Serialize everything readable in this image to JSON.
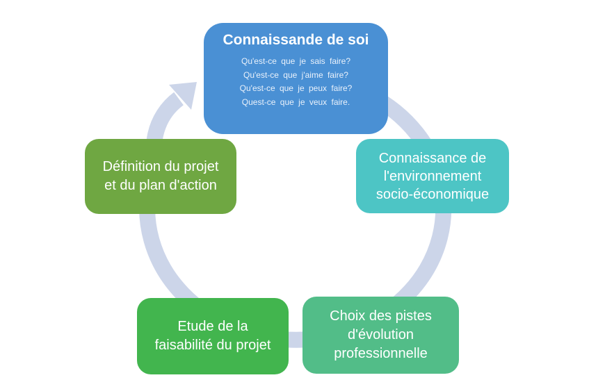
{
  "diagram": {
    "cycle": {
      "direction": "clockwise",
      "ring_color": "#ccd5e9",
      "background_color": "#ffffff",
      "nodes": [
        {
          "id": "connaissance-de-soi",
          "position": "top",
          "color": "#4a90d4",
          "text_color": "#ffffff",
          "label": "Connaissande de soi",
          "details": [
            "Qu'est-ce que je sais faire?",
            "Qu'est-ce que j'aime faire?",
            "Qu'est-ce que je peux faire?",
            "Quest-ce que je veux faire."
          ]
        },
        {
          "id": "connaissance-environnement",
          "position": "right",
          "color": "#4dc5c5",
          "text_color": "#ffffff",
          "label": "Connaissance de l'environnement socio-économique",
          "lines": [
            "Connaissance de",
            "l'environnement",
            "socio-économique"
          ]
        },
        {
          "id": "choix-pistes-evolution",
          "position": "bottom-right",
          "color": "#52bd88",
          "text_color": "#ffffff",
          "label": "Choix des pistes d'évolution professionnelle",
          "lines": [
            "Choix des pistes",
            "d'évolution",
            "professionnelle"
          ]
        },
        {
          "id": "etude-faisabilite",
          "position": "bottom-left",
          "color": "#42b54e",
          "text_color": "#ffffff",
          "label": "Etude de la faisabilité du projet",
          "lines": [
            "Etude de la",
            "faisabilité du projet"
          ]
        },
        {
          "id": "definition-projet",
          "position": "left",
          "color": "#6fa742",
          "text_color": "#ffffff",
          "label": "Définition du projet et du plan d'action",
          "lines": [
            "Définition du projet",
            "et du plan d'action"
          ]
        }
      ]
    }
  }
}
